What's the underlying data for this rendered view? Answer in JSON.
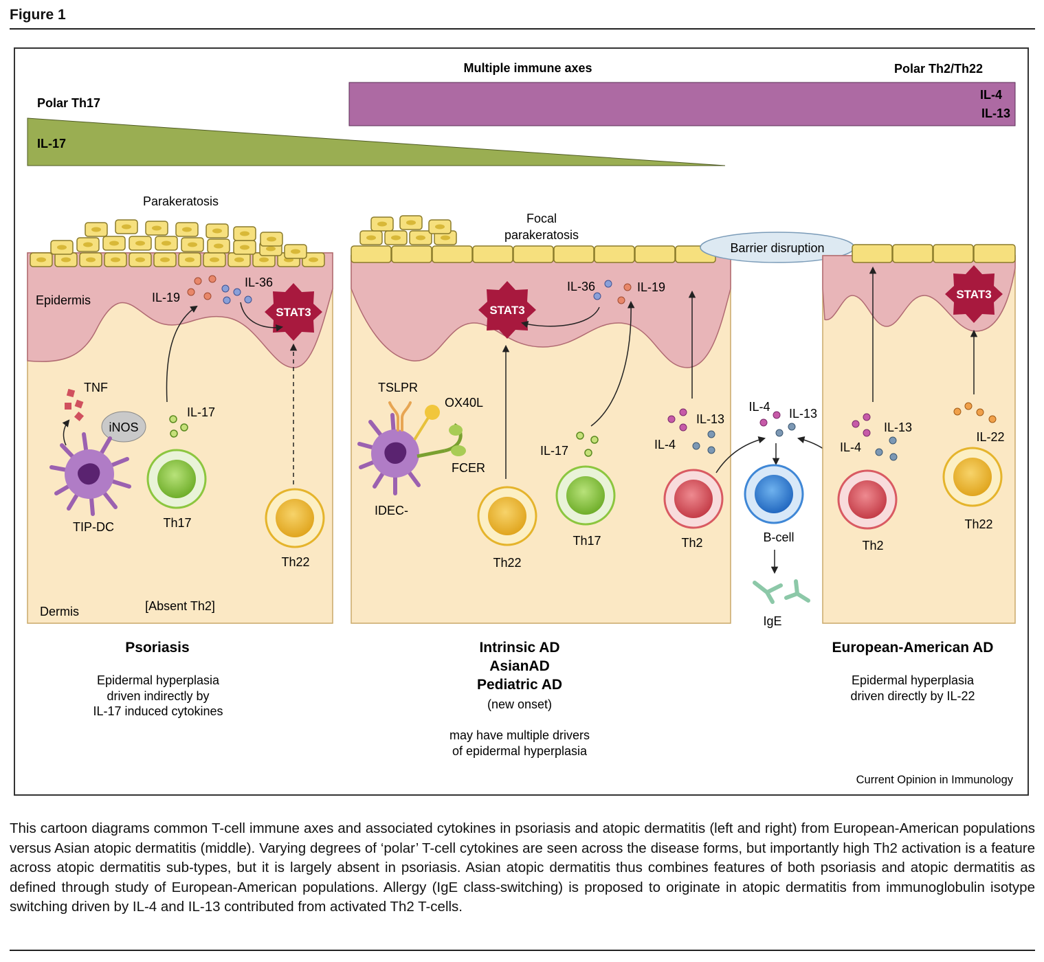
{
  "figure_label": "Figure 1",
  "top_bars": {
    "multiple_axes": "Multiple immune axes",
    "polar_th2": "Polar Th2/Th22",
    "il4": "IL-4",
    "il13": "IL-13",
    "polar_th17": "Polar Th17",
    "il17": "IL-17"
  },
  "psoriasis": {
    "parakeratosis": "Parakeratosis",
    "epidermis": "Epidermis",
    "dermis": "Dermis",
    "il19": "IL-19",
    "il36": "IL-36",
    "stat3": "STAT3",
    "tnf": "TNF",
    "inos": "iNOS",
    "il17": "IL-17",
    "tip_dc": "TIP-DC",
    "th17": "Th17",
    "th22": "Th22",
    "absent_th2": "[Absent Th2]",
    "title": "Psoriasis",
    "desc": [
      "Epidermal hyperplasia",
      "driven indirectly by",
      "IL-17 induced cytokines"
    ]
  },
  "middle": {
    "focal": "Focal",
    "parakeratosis": "parakeratosis",
    "il36": "IL-36",
    "il19": "IL-19",
    "stat3": "STAT3",
    "tslpr": "TSLPR",
    "ox40l": "OX40L",
    "fcer": "FCER",
    "idec": "IDEC-",
    "th22": "Th22",
    "il17": "IL-17",
    "th17": "Th17",
    "il4": "IL-4",
    "il13": "IL-13",
    "th2": "Th2",
    "titles": [
      "Intrinsic AD",
      "AsianAD",
      "Pediatric AD"
    ],
    "onset": "(new onset)",
    "desc": [
      "may have multiple drivers",
      "of epidermal hyperplasia"
    ]
  },
  "barrier": "Barrier disruption",
  "bcell": {
    "il4": "IL-4",
    "il13": "IL-13",
    "label": "B-cell",
    "ige": "IgE"
  },
  "european": {
    "stat3": "STAT3",
    "il4": "IL-4",
    "il13": "IL-13",
    "il22": "IL-22",
    "th2": "Th2",
    "th22": "Th22",
    "title": "European-American AD",
    "desc": [
      "Epidermal hyperplasia",
      "driven directly by IL-22"
    ]
  },
  "credit": "Current Opinion in Immunology",
  "caption": "This cartoon diagrams common T-cell immune axes and associated cytokines in psoriasis and atopic dermatitis (left and right) from European-American populations versus Asian atopic dermatitis (middle). Varying degrees of ‘polar’ T-cell cytokines are seen across the disease forms, but importantly high Th2 activation is a feature across atopic dermatitis sub-types, but it is largely absent in psoriasis. Asian atopic dermatitis thus combines features of both psoriasis and atopic dermatitis as defined through study of European-American populations. Allergy (IgE class-switching) is proposed to originate in atopic dermatitis from immunoglobulin isotype switching driven by IL-4 and IL-13 contributed from activated Th2 T-cells.",
  "colors": {
    "th17_gradient": "#9aae52",
    "th2_bar": "#ad6aa3",
    "epidermis": "#e8b5b8",
    "dermis": "#fbe8c4",
    "corneocyte": "#f6e07e",
    "stat3": "#a8193e",
    "th17_cell": "#8cc63f",
    "th22_cell": "#f2c43c",
    "th2_cell": "#d95a62",
    "bcell": "#3f87d6",
    "dc": "#9b61b0",
    "ige": "#8cc8a8"
  }
}
